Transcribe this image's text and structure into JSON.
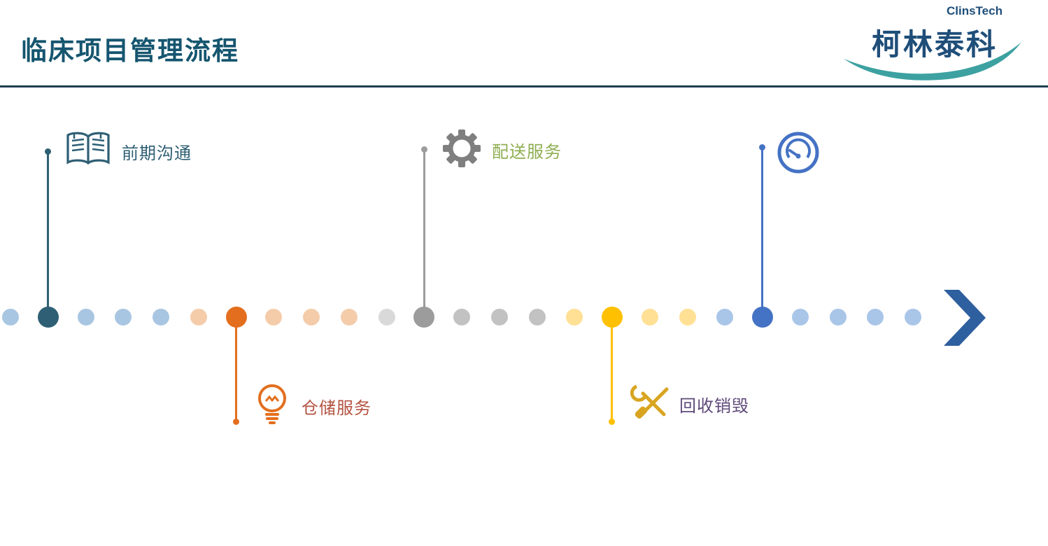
{
  "header": {
    "title": "临床项目管理流程",
    "title_color": "#15556f",
    "divider_color": "#1d3f53"
  },
  "logo": {
    "name_en": "ClinsTech",
    "name_zh": "柯林泰科",
    "text_color": "#1f4e79",
    "swoosh_color": "#3da1a1"
  },
  "timeline": {
    "arrow_color": "#2e5f9e",
    "dots": [
      {
        "color": "#a8c6e2",
        "milestone": false
      },
      {
        "color": "#2e5f74",
        "milestone": true
      },
      {
        "color": "#a8c6e2",
        "milestone": false
      },
      {
        "color": "#a8c6e2",
        "milestone": false
      },
      {
        "color": "#a8c6e2",
        "milestone": false
      },
      {
        "color": "#f4ccaa",
        "milestone": false
      },
      {
        "color": "#e36f1e",
        "milestone": true
      },
      {
        "color": "#f4ccaa",
        "milestone": false
      },
      {
        "color": "#f4ccaa",
        "milestone": false
      },
      {
        "color": "#f4ccaa",
        "milestone": false
      },
      {
        "color": "#d9d9d9",
        "milestone": false
      },
      {
        "color": "#9c9c9c",
        "milestone": true
      },
      {
        "color": "#c2c2c2",
        "milestone": false
      },
      {
        "color": "#c2c2c2",
        "milestone": false
      },
      {
        "color": "#c2c2c2",
        "milestone": false
      },
      {
        "color": "#ffe095",
        "milestone": false
      },
      {
        "color": "#ffc000",
        "milestone": true
      },
      {
        "color": "#ffe095",
        "milestone": false
      },
      {
        "color": "#ffe095",
        "milestone": false
      },
      {
        "color": "#a9c6e8",
        "milestone": false
      },
      {
        "color": "#4472c4",
        "milestone": true
      },
      {
        "color": "#a9c6e8",
        "milestone": false
      },
      {
        "color": "#a9c6e8",
        "milestone": false
      },
      {
        "color": "#a9c6e8",
        "milestone": false
      },
      {
        "color": "#a9c6e8",
        "milestone": false
      }
    ]
  },
  "milestones": [
    {
      "label": "前期沟通",
      "icon": "book-icon",
      "direction": "up",
      "line_color": "#2e5f74",
      "icon_color": "#2e5f74",
      "label_color": "#2e5f74"
    },
    {
      "label": "仓储服务",
      "icon": "lightbulb-icon",
      "direction": "down",
      "line_color": "#e36f1e",
      "icon_color": "#e36f1e",
      "label_color": "#b45342"
    },
    {
      "label": "配送服务",
      "icon": "gear-icon",
      "direction": "up",
      "line_color": "#9c9c9c",
      "icon_color": "#7f7f7f",
      "label_color": "#8fae52"
    },
    {
      "label": "回收销毁",
      "icon": "tools-icon",
      "direction": "down",
      "line_color": "#ffc000",
      "icon_color": "#d9a521",
      "label_color": "#5f497a"
    },
    {
      "label": "",
      "icon": "gauge-icon",
      "direction": "up",
      "line_color": "#4472c4",
      "icon_color": "#4472c4",
      "label_color": "#4472c4"
    }
  ]
}
